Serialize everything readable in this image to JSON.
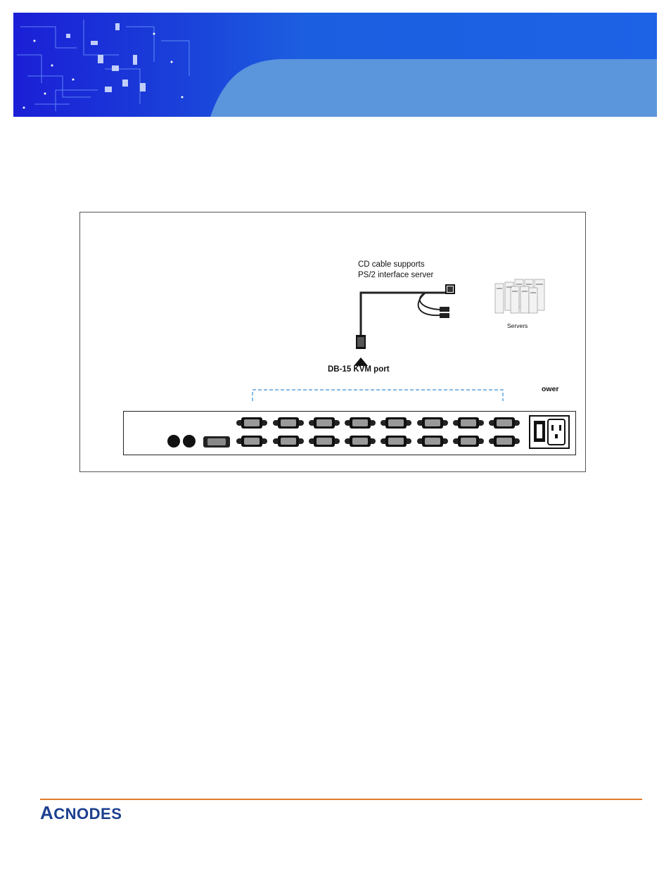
{
  "diagram": {
    "cable_label_line1": "CD cable supports",
    "cable_label_line2": "PS/2 interface server",
    "kvm_port_label": "DB-15 KVM port",
    "servers_label": "Servers",
    "power_label": "ower",
    "port_count": 16
  },
  "footer": {
    "logo_first": "A",
    "logo_rest": "CNODES",
    "accent_color": "#e07b2e",
    "logo_color": "#1c3f8f"
  },
  "banner": {
    "left_color": "#1a2fd0",
    "right_color": "#5b95dc"
  }
}
